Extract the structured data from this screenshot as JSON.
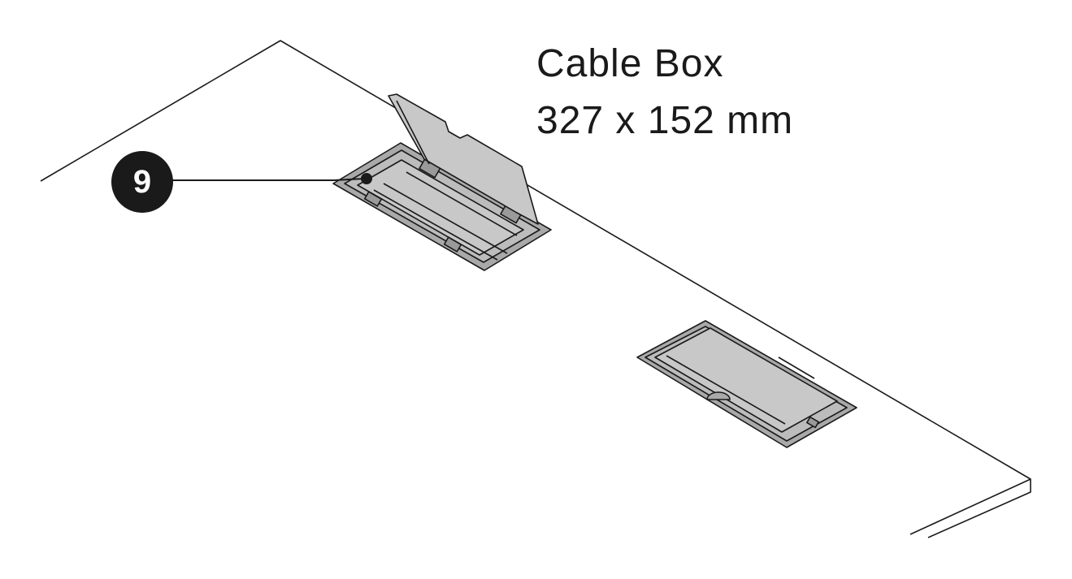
{
  "label": {
    "title": "Cable Box",
    "dimensions": "327 x 152 mm"
  },
  "callout": {
    "number": "9"
  },
  "colors": {
    "line": "#1a1a1a",
    "panel_fill": "#c8c8c8",
    "frame_fill": "#a9a9a9",
    "background": "#ffffff"
  }
}
